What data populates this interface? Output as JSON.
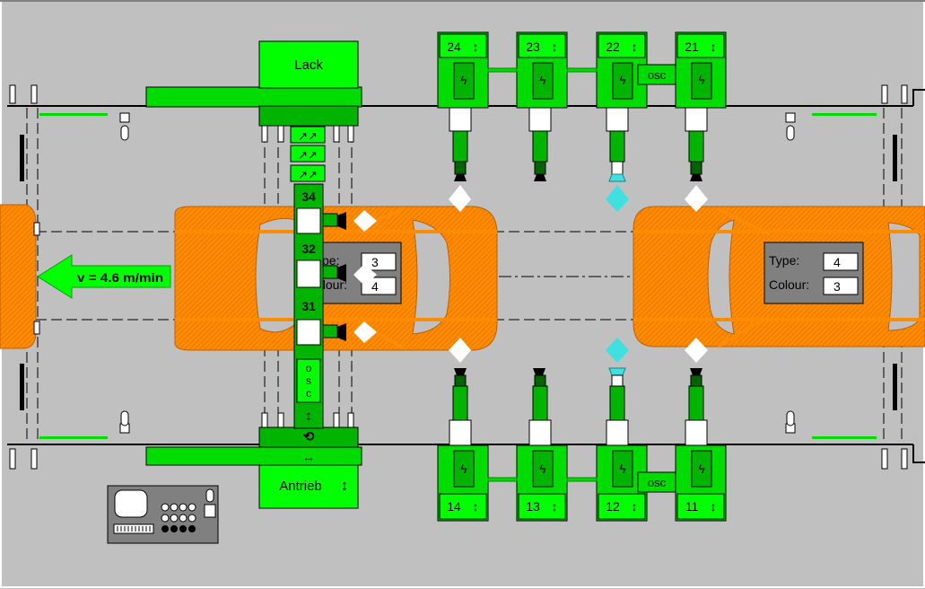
{
  "paint_unit": {
    "label": "Lack"
  },
  "drive_unit": {
    "label": "Antrieb",
    "arrow": "↕"
  },
  "speed": {
    "label": "v = 4.6 m/min"
  },
  "top_robots": [
    {
      "id": "24",
      "arrow": "↕"
    },
    {
      "id": "23",
      "arrow": "↕"
    },
    {
      "id": "22",
      "arrow": "↕"
    },
    {
      "id": "21",
      "arrow": "↕"
    }
  ],
  "bottom_robots": [
    {
      "id": "14",
      "arrow": "↕"
    },
    {
      "id": "13",
      "arrow": "↕"
    },
    {
      "id": "12",
      "arrow": "↕"
    },
    {
      "id": "11",
      "arrow": "↕"
    }
  ],
  "osc_top": "osc",
  "osc_bottom": "osc",
  "portal": {
    "stations": [
      "34",
      "32",
      "31"
    ],
    "osc_letters": [
      "o",
      "s",
      "c"
    ],
    "arrow": "↕",
    "horiz_arrow": "↔"
  },
  "car_middle": {
    "type_label": "ype:",
    "colour_label": "olour:",
    "type_value": "3",
    "colour_value": "4"
  },
  "car_right": {
    "type_label": "Type:",
    "colour_label": "Colour:",
    "type_value": "4",
    "colour_value": "3"
  },
  "colors": {
    "background": "#c0c0c0",
    "machine_green": "#00dc00",
    "dark_green": "#008c00",
    "car_orange": "#ff8c00",
    "nozzle_cyan": "#40e0e0",
    "panel_gray": "#808080"
  }
}
